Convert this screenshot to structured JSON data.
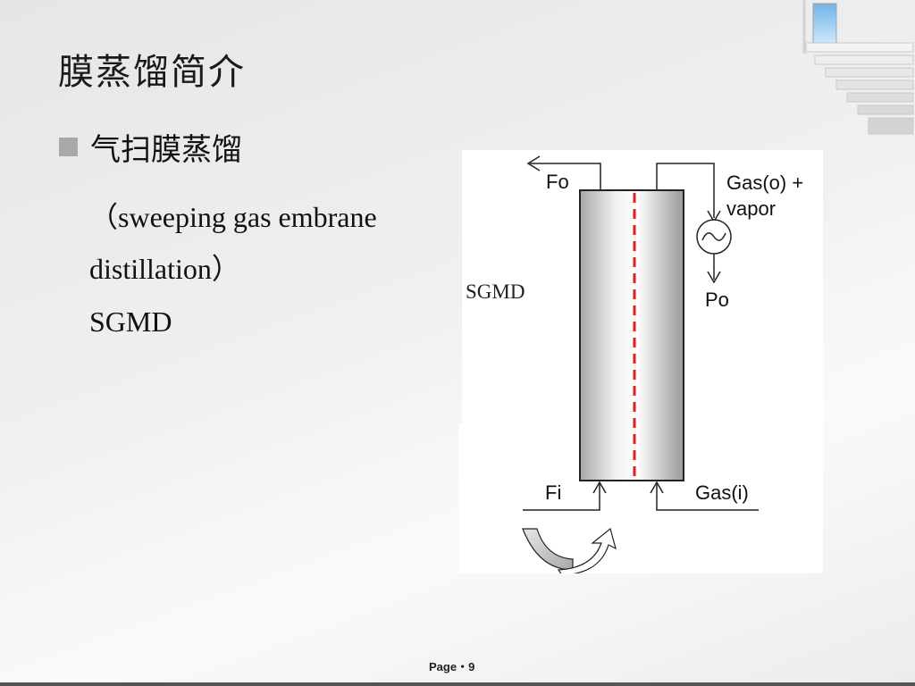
{
  "slide": {
    "title": "膜蒸馏简介",
    "bullet": "气扫膜蒸馏",
    "sub_line_1": "（sweeping gas embrane",
    "sub_line_2": "distillation）",
    "sub_line_3": "SGMD"
  },
  "diagram": {
    "side_label": "SGMD",
    "label_fo": "Fo",
    "label_gas_out_1": "Gas(o) +",
    "label_gas_out_2": "vapor",
    "label_po": "Po",
    "label_fi": "Fi",
    "label_gas_in": "Gas(i)"
  },
  "footer": {
    "page": "Page・9"
  },
  "colors": {
    "membrane": "#e02020",
    "bullet": "#a9a9a9",
    "arrow_fill": "#c8c8c8"
  },
  "icons": {
    "decoration": "staircase-icon",
    "sensor": "ac-source-icon",
    "flow": "curved-arrow-icon"
  }
}
